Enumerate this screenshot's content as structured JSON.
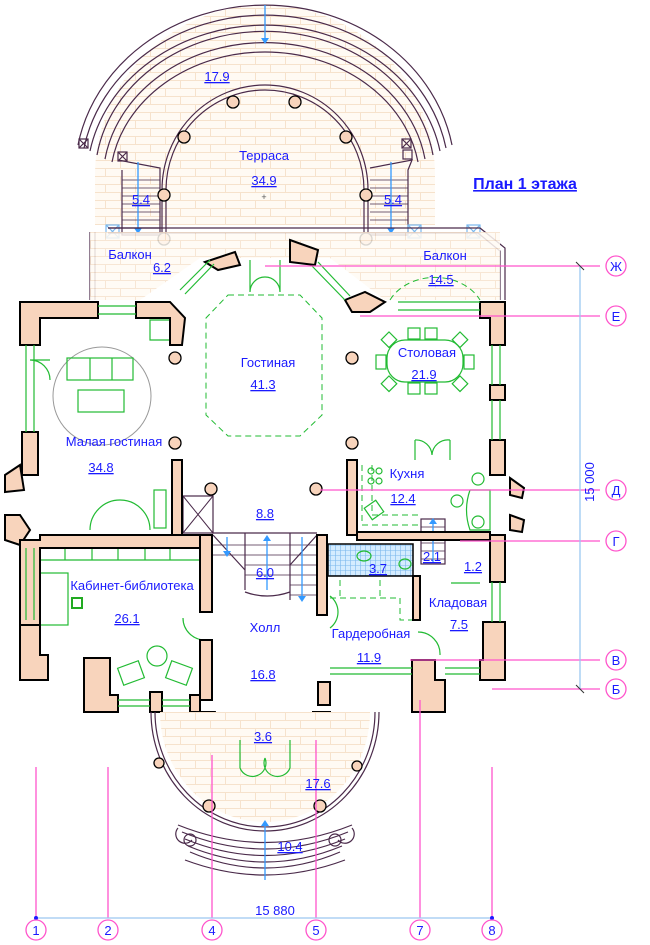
{
  "title": "План 1 этажа",
  "rooms": {
    "terrace_top": {
      "name": "Терраса",
      "area": "34.9"
    },
    "terrace_top_outer": {
      "area": "17.9"
    },
    "stair_left": {
      "area": "5.4"
    },
    "stair_right": {
      "area": "5.4"
    },
    "balcony_left": {
      "name": "Балкон",
      "area": "6.2"
    },
    "balcony_right": {
      "name": "Балкон",
      "area": "14.5"
    },
    "living": {
      "name": "Гостиная",
      "area": "41.3"
    },
    "dining": {
      "name": "Столовая",
      "area": "21.9"
    },
    "small_living": {
      "name": "Малая гостиная",
      "area": "34.8"
    },
    "kitchen": {
      "name": "Кухня",
      "area": "12.4"
    },
    "corridor": {
      "area": "8.8"
    },
    "stair_main": {
      "area": "6.0"
    },
    "bathroom": {
      "area": "3.7"
    },
    "stair_small": {
      "area": "2.1"
    },
    "closet_small": {
      "area": "1.2"
    },
    "library": {
      "name": "Кабинет-библиотека",
      "area": "26.1"
    },
    "hall": {
      "name": "Холл",
      "area": "16.8"
    },
    "wardrobe": {
      "name": "Гардеробная",
      "area": "11.9"
    },
    "pantry": {
      "name": "Кладовая",
      "area": "7.5"
    },
    "vestibule": {
      "area": "3.6"
    },
    "terrace_bottom": {
      "area": "17.6"
    },
    "porch_steps": {
      "area": "10.4"
    }
  },
  "dimensions": {
    "horizontal": "15 880",
    "vertical": "15 000"
  },
  "axes": {
    "vertical_labels": [
      "1",
      "2",
      "4",
      "5",
      "7",
      "8"
    ],
    "horizontal_labels": [
      "Ж",
      "Е",
      "Д",
      "Г",
      "В",
      "Б"
    ]
  },
  "colors": {
    "label_blue": "#1a1aff",
    "wall_fill": "#f8d4bc",
    "axis_pink": "#ff55cc",
    "furniture_green": "#22bb33",
    "dimension_blue": "#9cc8f0"
  }
}
